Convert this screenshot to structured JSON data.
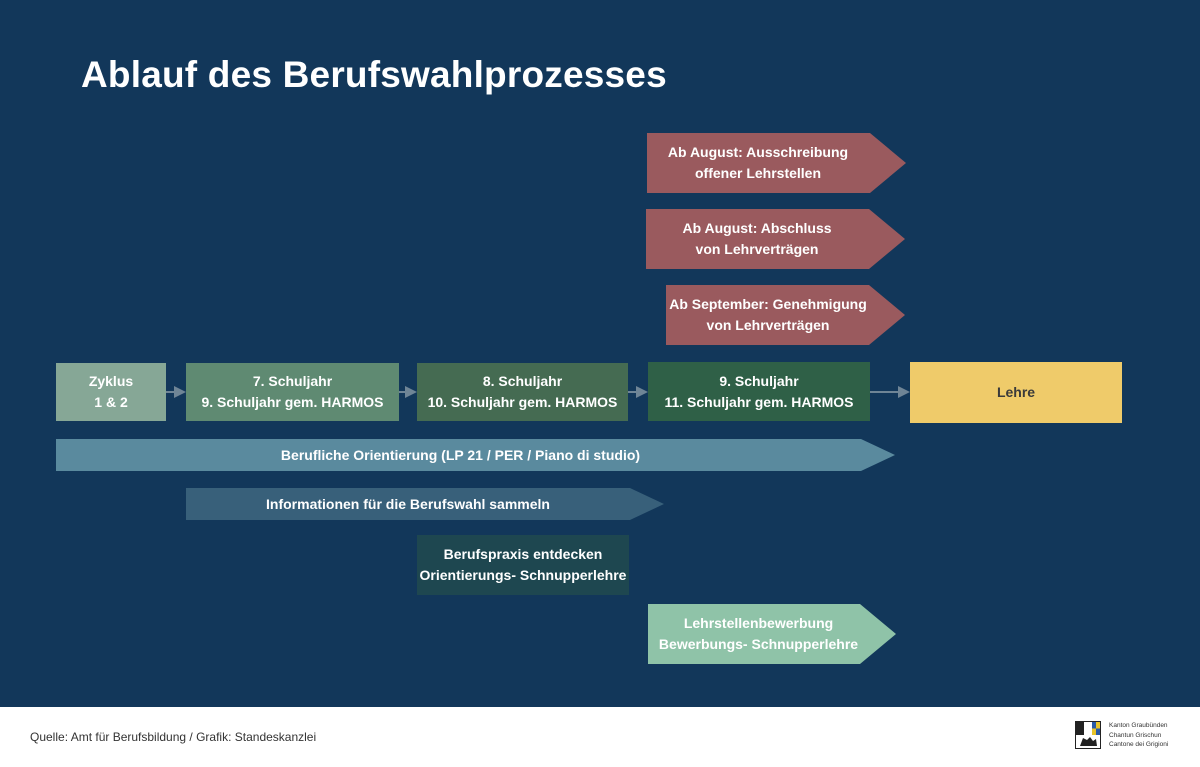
{
  "title": "Ablauf des Berufswahlprozesses",
  "top_arrows": [
    {
      "line1": "Ab August: Ausschreibung",
      "line2": "offener Lehrstellen"
    },
    {
      "line1": "Ab August: Abschluss",
      "line2": "von Lehrverträgen"
    },
    {
      "line1": "Ab September: Genehmigung",
      "line2": "von Lehrverträgen"
    }
  ],
  "stages": [
    {
      "line1": "Zyklus",
      "line2": "1 & 2"
    },
    {
      "line1": "7. Schuljahr",
      "line2": "9. Schuljahr gem. HARMOS"
    },
    {
      "line1": "8. Schuljahr",
      "line2": "10. Schuljahr gem. HARMOS"
    },
    {
      "line1": "9. Schuljahr",
      "line2": "11. Schuljahr gem. HARMOS"
    },
    {
      "line1": "Lehre"
    }
  ],
  "bars": [
    {
      "line1": "Berufliche Orientierung (LP 21 / PER / Piano di studio)"
    },
    {
      "line1": "Informationen für die Berufswahl sammeln"
    },
    {
      "line1": "Berufspraxis entdecken",
      "line2": "Orientierungs- Schnupperlehre"
    },
    {
      "line1": "Lehrstellenbewerbung",
      "line2": "Bewerbungs- Schnupperlehre"
    }
  ],
  "colors": {
    "background": "#12375a",
    "red": "#9a5a5e",
    "stage1": "#86a796",
    "stage2": "#5f8a72",
    "stage3": "#456b52",
    "stage4": "#2f6047",
    "lehre": "#efcb6a",
    "orientation": "#5a8a9e",
    "information": "#38607a",
    "praxis": "#1e4750",
    "bewerbung": "#8fc3a8"
  },
  "footer": {
    "source": "Quelle: Amt für Berufsbildung / Grafik: Standeskanzlei",
    "logo_lines": [
      "Kanton Graubünden",
      "Chantun Grischun",
      "Cantone dei Grigioni"
    ]
  }
}
